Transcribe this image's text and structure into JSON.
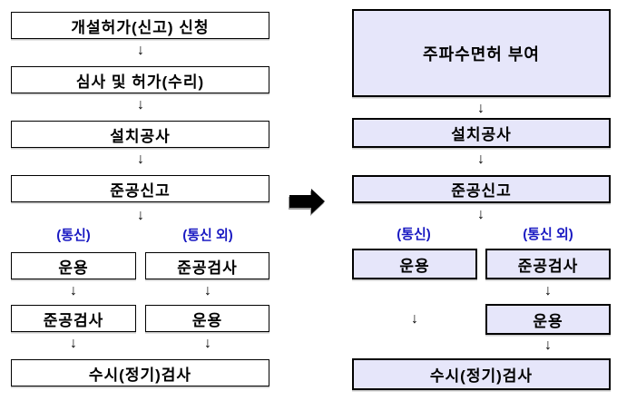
{
  "diagram": {
    "arrow_down_glyph": "↓",
    "before": {
      "steps": [
        "개설허가(신고) 신청",
        "심사 및 허가(수리)",
        "설치공사",
        "준공신고"
      ],
      "branch_left_label": "(통신)",
      "branch_right_label": "(통신 외)",
      "branch_left_steps": [
        "운용",
        "준공검사"
      ],
      "branch_right_steps": [
        "준공검사",
        "운용"
      ],
      "final_step": "수시(정기)검사"
    },
    "after": {
      "first_step": "주파수면허 부여",
      "steps": [
        "설치공사",
        "준공신고"
      ],
      "branch_left_label": "(통신)",
      "branch_right_label": "(통신 외)",
      "branch_left_steps": [
        "운용"
      ],
      "branch_right_steps": [
        "준공검사",
        "운용"
      ],
      "final_step": "수시(정기)검사"
    },
    "colors": {
      "highlight_fill": "#E6E6FA",
      "box_border": "#000000",
      "branch_label_text": "#1A1AC2",
      "transform_arrow": "#000000"
    }
  }
}
